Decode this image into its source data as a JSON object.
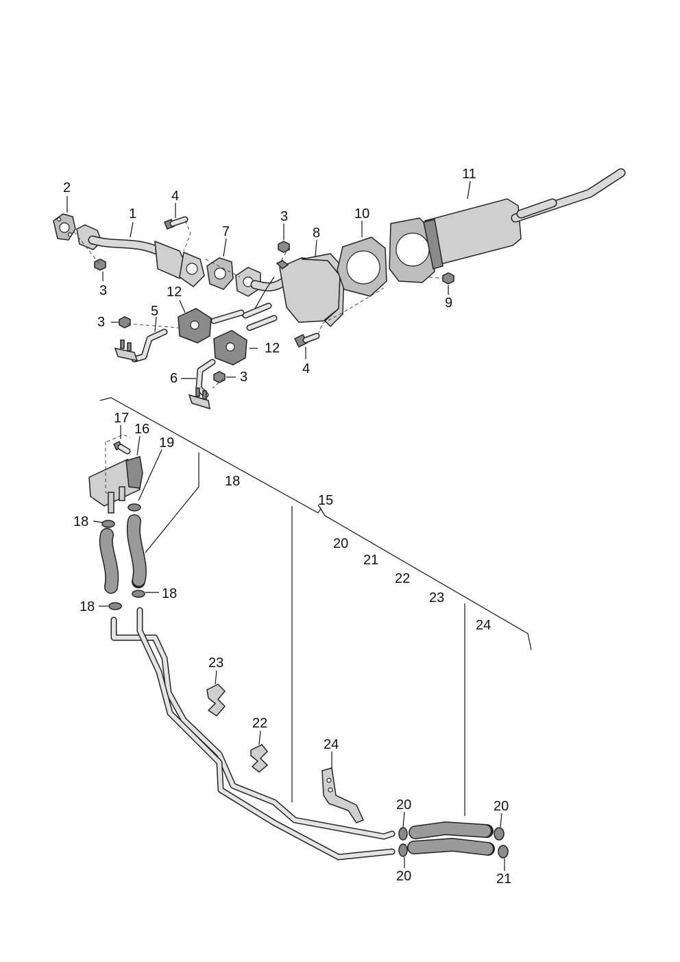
{
  "diagram": {
    "labels": {
      "p1": "1",
      "p2": "2",
      "p3a": "3",
      "p3b": "3",
      "p3c": "3",
      "p3d": "3",
      "p4a": "4",
      "p4b": "4",
      "p5": "5",
      "p6": "6",
      "p7": "7",
      "p8": "8",
      "p9": "9",
      "p10": "10",
      "p11": "11",
      "p12a": "12",
      "p12b": "12",
      "p15": "15",
      "p16": "16",
      "p17": "17",
      "p18a": "18",
      "p18b": "18",
      "p18c": "18",
      "p18d": "18",
      "p19": "19",
      "p20a": "20",
      "p20b": "20",
      "p20c": "20",
      "p20d": "20",
      "p21a": "21",
      "p21b": "21",
      "p22a": "22",
      "p22b": "22",
      "p23a": "23",
      "p23b": "23",
      "p24a": "24",
      "p24b": "24"
    }
  }
}
